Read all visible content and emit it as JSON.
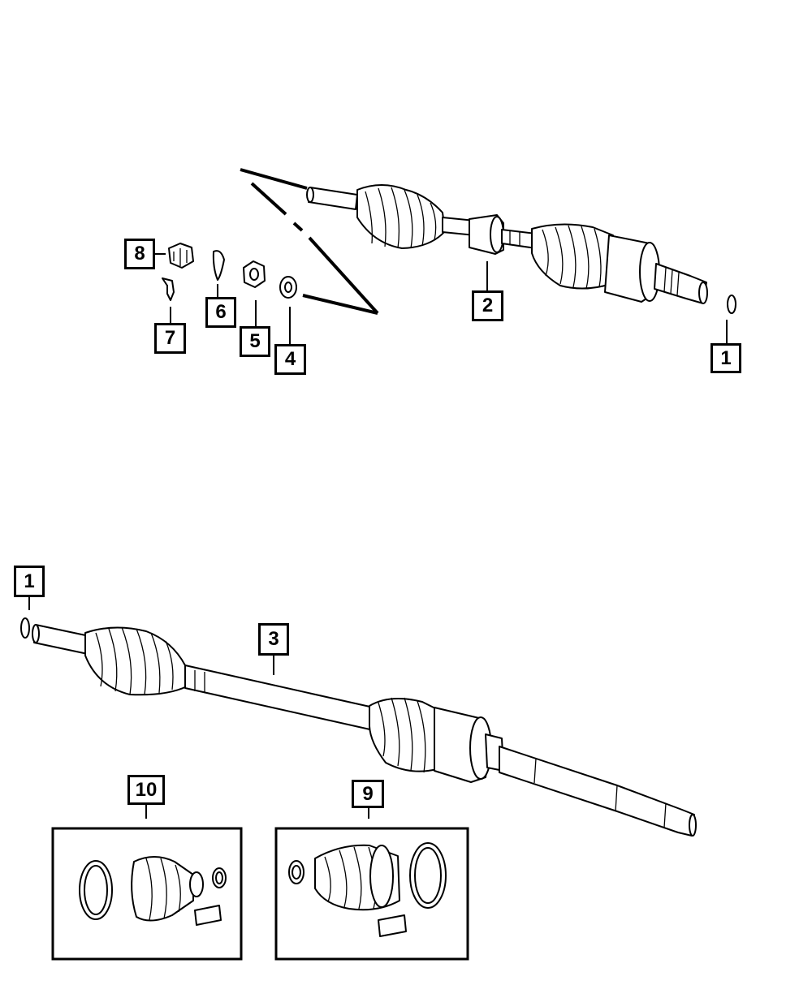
{
  "diagram": {
    "callouts": [
      {
        "id": "c1a",
        "label": "1"
      },
      {
        "id": "c1b",
        "label": "1"
      },
      {
        "id": "c2",
        "label": "2"
      },
      {
        "id": "c3",
        "label": "3"
      },
      {
        "id": "c4",
        "label": "4"
      },
      {
        "id": "c5",
        "label": "5"
      },
      {
        "id": "c6",
        "label": "6"
      },
      {
        "id": "c7",
        "label": "7"
      },
      {
        "id": "c8",
        "label": "8"
      },
      {
        "id": "c9",
        "label": "9"
      },
      {
        "id": "c10",
        "label": "10"
      }
    ],
    "colors": {
      "line": "#000000",
      "background": "#ffffff"
    }
  }
}
